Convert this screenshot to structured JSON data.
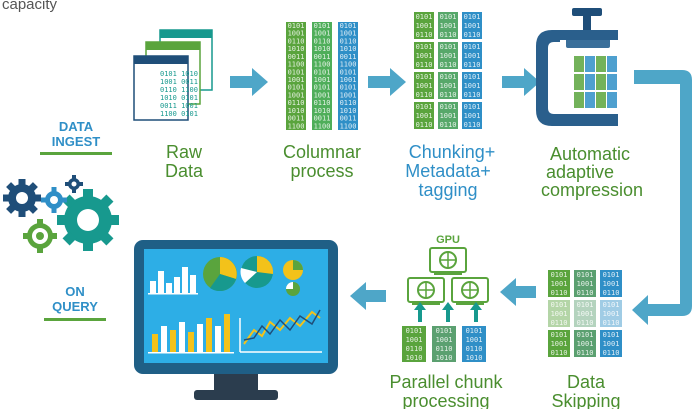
{
  "top_cut_text": "capacity",
  "side_labels": {
    "data_ingest": [
      "DATA",
      "INGEST"
    ],
    "on_query": [
      "ON",
      "QUERY"
    ]
  },
  "steps": {
    "raw_data": [
      "Raw",
      "Data"
    ],
    "columnar": [
      "Columnar",
      "process"
    ],
    "chunking": [
      "Chunking+",
      "Metadata+",
      "tagging"
    ],
    "compression": [
      "Automatic",
      "adaptive",
      "compression"
    ],
    "data_skipping": [
      "Data",
      "Skipping"
    ],
    "parallel": [
      "Parallel chunk",
      "processing"
    ]
  },
  "gpu_label": "GPU",
  "binary_rows": [
    "0101",
    "1001",
    "0110",
    "1010",
    "0011",
    "1100",
    "0101",
    "1001"
  ],
  "colors": {
    "blue": "#2f8fc7",
    "green": "#5aa43d",
    "label_blue": "#2f8fc7",
    "label_green": "#5aa43d",
    "arrow": "#4ea6c8",
    "teal": "#17998e",
    "navy": "#1f4e79",
    "dark": "#3a4a5a",
    "yellow": "#f3c21a"
  }
}
